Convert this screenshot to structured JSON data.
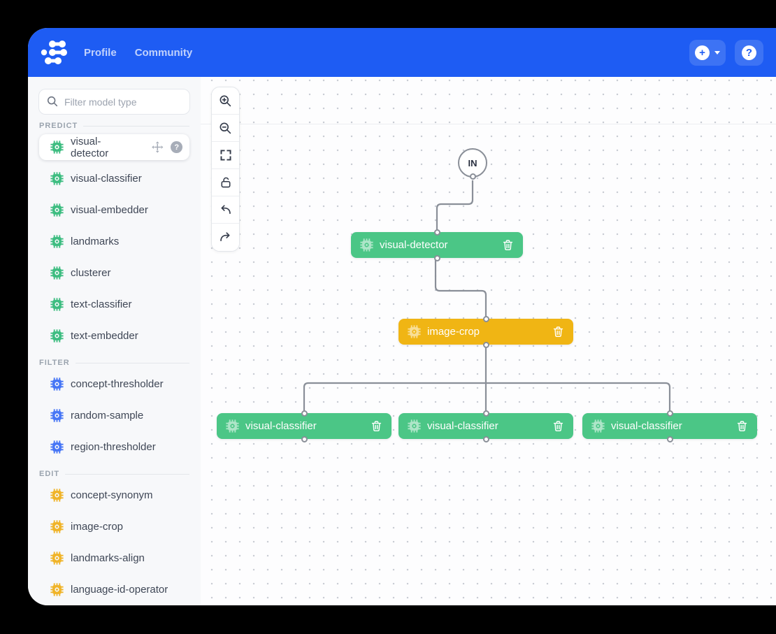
{
  "colors": {
    "navbar_blue": "#1e5cf3",
    "node_green": "#4bc686",
    "node_yellow": "#f0b514",
    "predict_icon_green": "#3ebd81",
    "filter_icon_blue": "#4776f6",
    "edit_icon_amber": "#f0b429",
    "edge_gray": "#8a8f98"
  },
  "icons": {
    "plus_glyph": "+",
    "question_glyph": "?"
  },
  "navbar": {
    "links": [
      {
        "label": "Profile"
      },
      {
        "label": "Community"
      }
    ]
  },
  "sidebar": {
    "search_placeholder": "Filter model type",
    "sections": [
      {
        "label": "PREDICT",
        "items": [
          "visual-detector",
          "visual-classifier",
          "visual-embedder",
          "landmarks",
          "clusterer",
          "text-classifier",
          "text-embedder"
        ]
      },
      {
        "label": "FILTER",
        "items": [
          "concept-thresholder",
          "random-sample",
          "region-thresholder"
        ]
      },
      {
        "label": "EDIT",
        "items": [
          "concept-synonym",
          "image-crop",
          "landmarks-align",
          "language-id-operator"
        ]
      }
    ]
  },
  "canvas": {
    "toolbar": [
      "zoom-in",
      "zoom-out",
      "fit-view",
      "unlock",
      "undo",
      "redo"
    ],
    "nodes": [
      {
        "label": "IN",
        "color": "white"
      },
      {
        "label": "visual-detector",
        "color": "#4bc686"
      },
      {
        "label": "image-crop",
        "color": "#f0b514"
      },
      {
        "label": "visual-classifier",
        "color": "#4bc686"
      },
      {
        "label": "visual-classifier",
        "color": "#4bc686"
      },
      {
        "label": "visual-classifier",
        "color": "#4bc686"
      }
    ]
  }
}
